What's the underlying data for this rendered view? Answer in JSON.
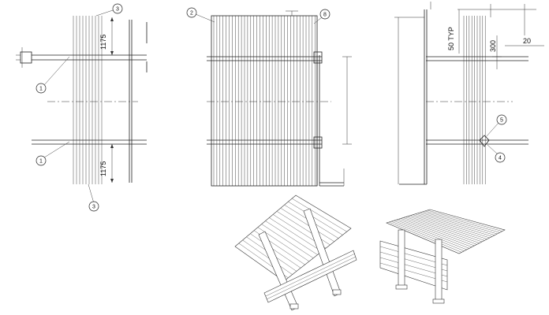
{
  "dimensions": {
    "d1175_top": "1175",
    "d1175_bottom": "1175",
    "d50typ": "50 TYP",
    "d300": "300",
    "d20": "20"
  },
  "balloons": {
    "b1_upper": "1",
    "b1_lower": "1",
    "b2": "2",
    "b3_top": "3",
    "b3_bottom": "3",
    "b4": "4",
    "b5": "5",
    "b8": "8"
  },
  "colors": {
    "line": "#222222",
    "background": "#ffffff"
  }
}
